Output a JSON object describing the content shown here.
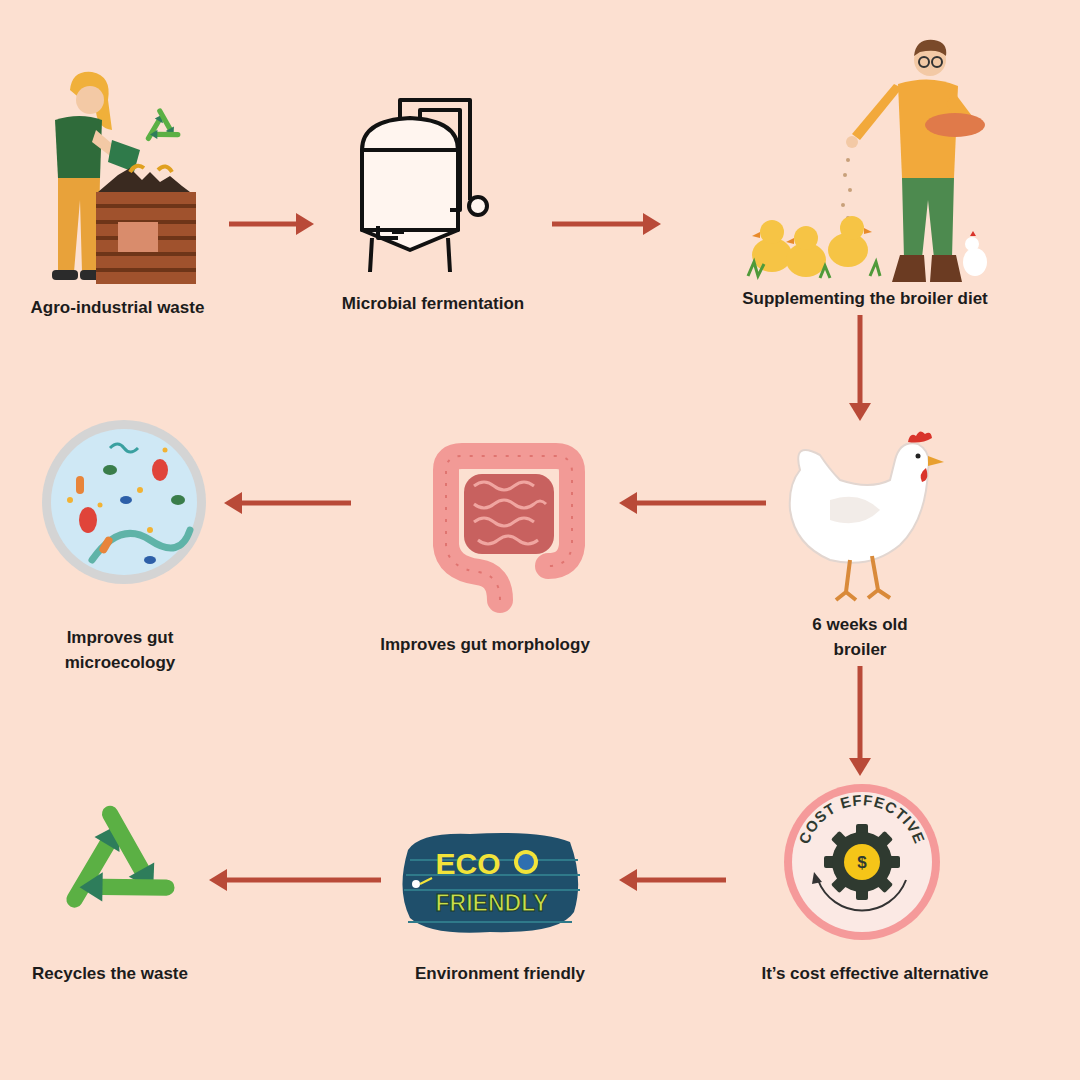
{
  "diagram": {
    "nodes": [
      {
        "text": [
          "Agro-industrial waste"
        ]
      },
      {
        "text": [
          "Microbial fermentation"
        ]
      },
      {
        "text": [
          "Supplementing the broiler diet"
        ]
      },
      {
        "text": [
          "Improves gut microecology"
        ]
      },
      {
        "text": [
          "Improves gut morphology"
        ]
      },
      {
        "text": [
          "6 weeks old broiler"
        ]
      },
      {
        "text": [
          "Recycles the waste"
        ]
      },
      {
        "text": [
          "Environment friendly"
        ]
      },
      {
        "text": [
          "It’s cost effective alternative"
        ]
      }
    ],
    "edges": [
      {
        "from": 0,
        "to": 1,
        "arrow": "to"
      },
      {
        "from": 1,
        "to": 2,
        "arrow": "to"
      },
      {
        "from": 2,
        "to": 5,
        "arrow": "to"
      },
      {
        "from": 5,
        "to": 4,
        "arrow": "to"
      },
      {
        "from": 4,
        "to": 3,
        "arrow": "to"
      },
      {
        "from": 5,
        "to": 8,
        "arrow": "to"
      },
      {
        "from": 8,
        "to": 7,
        "arrow": "to"
      },
      {
        "from": 7,
        "to": 6,
        "arrow": "to"
      }
    ],
    "labels": [
      "ECO",
      "FRIENDLY",
      "COST EFFECTIVE",
      "$"
    ]
  }
}
